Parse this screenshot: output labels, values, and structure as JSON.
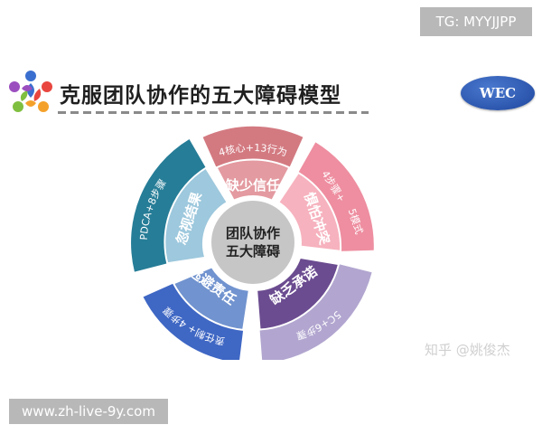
{
  "badges": {
    "telegram": "TG: MYYJJPP",
    "website": "www.zh-live-9y.com"
  },
  "header": {
    "title": "克服团队协作的五大障碍模型",
    "logo_icon": "people-circle-logo-icon",
    "brand_badge": "WEC"
  },
  "diagram": {
    "center_line1": "团队协作",
    "center_line2": "五大障碍",
    "segments": [
      {
        "key": "trust",
        "inner": "缺少信任",
        "outer": "4核心+13行为",
        "inner_color": "#e39aa0",
        "outer_color": "#d37a81"
      },
      {
        "key": "conflict",
        "inner": "惧怕冲突",
        "outer_a": "4步骤+",
        "outer_b": "5模式",
        "inner_color": "#f6b2be",
        "outer_color": "#ee8ea0"
      },
      {
        "key": "commitment",
        "inner": "缺乏承诺",
        "outer": "5C+6步骤",
        "inner_color": "#6b4c90",
        "outer_color": "#b2a6d0"
      },
      {
        "key": "accountability",
        "inner": "逃避责任",
        "outer": "责任制+ 4步骤",
        "inner_color": "#7193cf",
        "outer_color": "#3f67c4"
      },
      {
        "key": "results",
        "inner": "忽视结果",
        "outer": "PDCA+8步骤",
        "inner_color": "#9dc8dd",
        "outer_color": "#267d97"
      }
    ]
  },
  "watermark": "知乎 @姚俊杰"
}
